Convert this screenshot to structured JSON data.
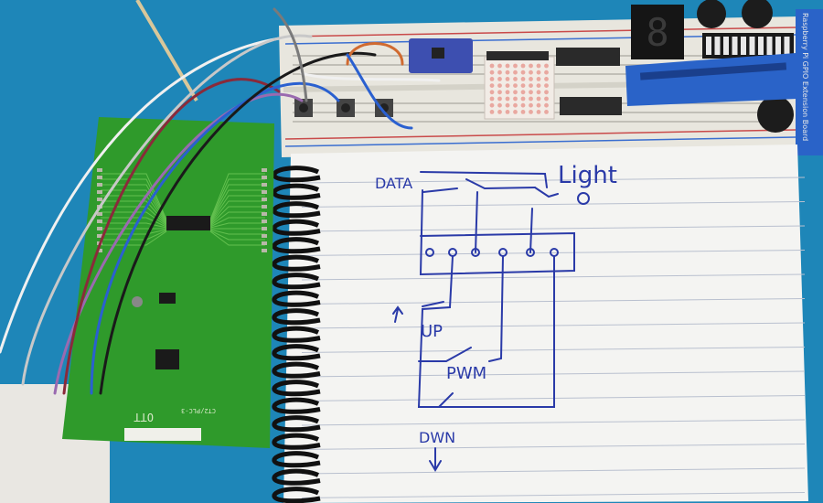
{
  "notebook": {
    "labels": {
      "data": "DATA",
      "light": "Light",
      "up": "UP",
      "pwm": "PWM",
      "dwn": "DWN"
    }
  },
  "pcb": {
    "marking": "OTT",
    "silkscreen": "CT2/PLC-3"
  },
  "extension_board": {
    "label": "Raspberry Pi GPIO Extension Board"
  },
  "seven_segment": {
    "digit": "8"
  },
  "colors": {
    "desk": "#1e86b8",
    "pcb": "#2f9a2b",
    "paper": "#f4f4f2",
    "ink": "#2a3aa8",
    "breadboard": "#e8e6de",
    "gpio_board": "#2a63c8"
  }
}
